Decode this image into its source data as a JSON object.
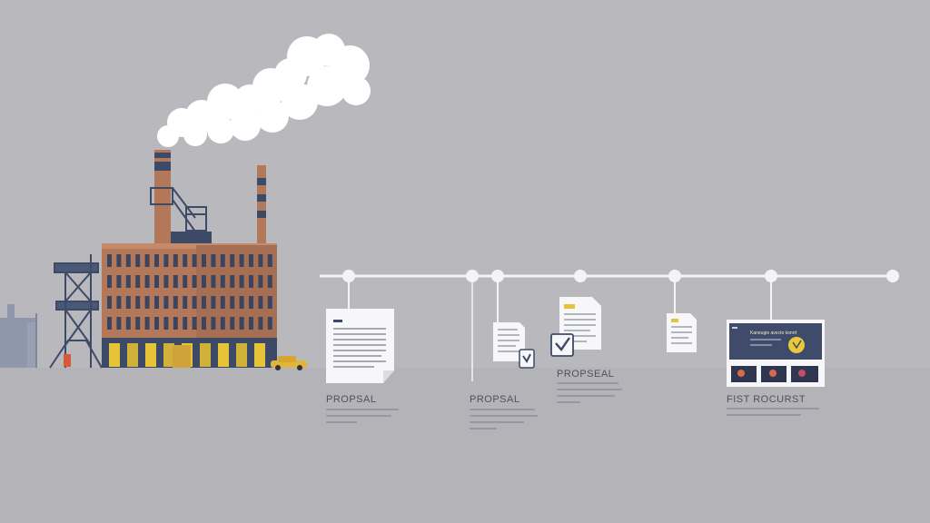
{
  "colors": {
    "background": "#b9b8bd",
    "timeline": "#f4f4f6",
    "factory_brick": "#b3785a",
    "accent_yellow": "#e6c43a",
    "navy": "#3d4a66"
  },
  "factory": {
    "icons": [
      "factory-icon",
      "smoke-cloud-icon",
      "chimney-icon",
      "car-icon"
    ]
  },
  "timeline": {
    "milestones": [
      {
        "label": "PROPSAL"
      },
      {
        "label": "PROPSAL"
      },
      {
        "label": "PROPSEAL"
      },
      {
        "label": "FIST ROCURST"
      }
    ]
  },
  "screen_doc": {
    "headline": "Kaneugie avecto konrrt",
    "accent": "#e9c93b"
  }
}
